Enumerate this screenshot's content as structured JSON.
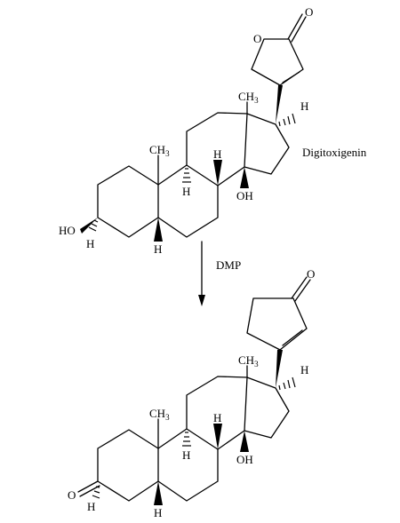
{
  "scheme": {
    "compound_name": "Digitoxigenin",
    "reagent": "DMP"
  },
  "top_molecule": {
    "atoms": {
      "ring_oxygen": "O",
      "carbonyl_oxygen": "O",
      "methyl_c13": "CH",
      "methyl_c13_sub": "3",
      "methyl_c10": "CH",
      "methyl_c10_sub": "3",
      "h_c17": "H",
      "h_c8": "H",
      "h_c9": "H",
      "h_c3": "H",
      "h_c5": "H",
      "oh_c14": "OH",
      "ho_c3": "HO"
    }
  },
  "bottom_molecule": {
    "atoms": {
      "carbonyl_oxygen_ring": "O",
      "carbonyl_oxygen_c3": "O",
      "methyl_c13": "CH",
      "methyl_c13_sub": "3",
      "methyl_c10": "CH",
      "methyl_c10_sub": "3",
      "h_c17": "H",
      "h_c8": "H",
      "h_c9": "H",
      "h_c3": "H",
      "h_c5": "H",
      "oh_c14": "OH"
    }
  }
}
